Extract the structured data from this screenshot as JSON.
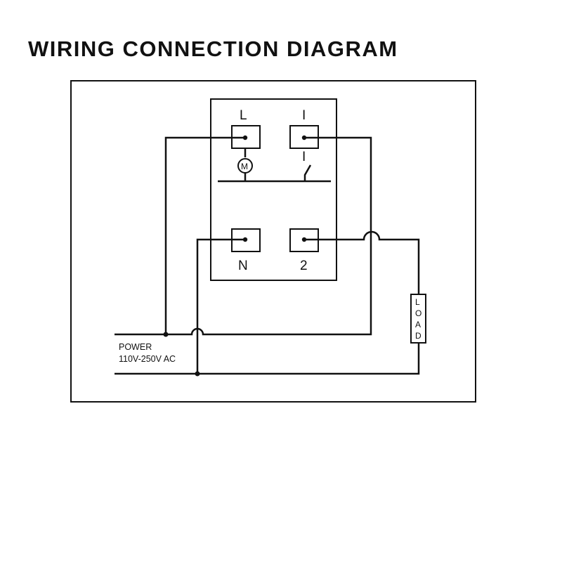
{
  "title": "WIRING CONNECTION DIAGRAM",
  "terminals": {
    "top_left": "L",
    "top_right": "I",
    "bottom_left": "N",
    "bottom_right": "2"
  },
  "motor_symbol": "M",
  "switch_label": "I",
  "load_letters": [
    "L",
    "O",
    "A",
    "D"
  ],
  "power": {
    "label": "POWER",
    "voltage": "110V-250V AC"
  }
}
